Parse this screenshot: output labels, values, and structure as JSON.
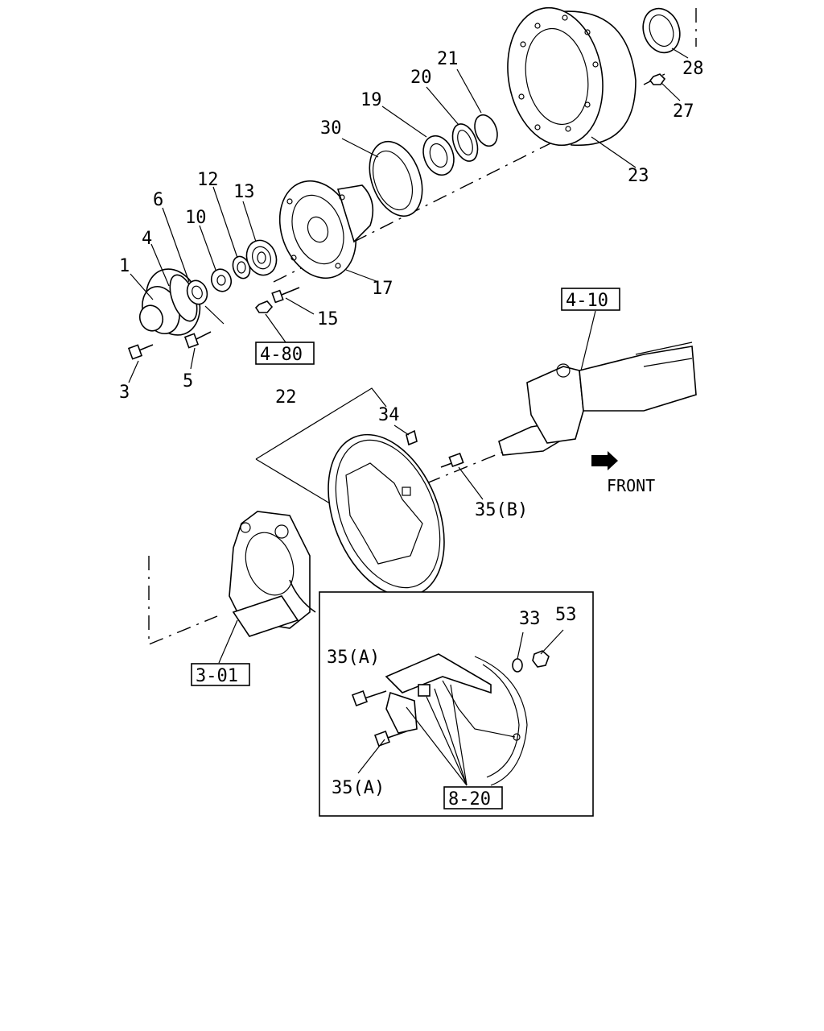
{
  "callouts": {
    "c1": "1",
    "c3": "3",
    "c4": "4",
    "c5": "5",
    "c6": "6",
    "c10": "10",
    "c12": "12",
    "c13": "13",
    "c15": "15",
    "c17": "17",
    "c19": "19",
    "c20": "20",
    "c21": "21",
    "c22": "22",
    "c23": "23",
    "c27": "27",
    "c28": "28",
    "c30": "30",
    "c33": "33",
    "c34": "34",
    "c35a_top": "35(A)",
    "c35a_bottom": "35(A)",
    "c35b": "35(B)",
    "c53": "53"
  },
  "references": {
    "r480": "4-80",
    "r410": "4-10",
    "r301": "3-01",
    "r820": "8-20"
  },
  "direction": {
    "label": "FRONT"
  }
}
